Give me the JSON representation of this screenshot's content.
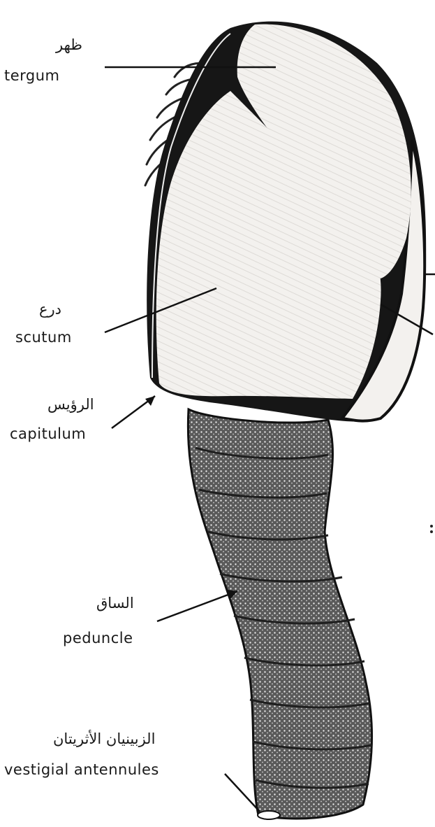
{
  "labels": {
    "tergum": {
      "ar": "ظهر",
      "en": "tergum"
    },
    "scutum": {
      "ar": "درع",
      "en": "scutum"
    },
    "capitulum": {
      "ar": "الرؤيس",
      "en": "capitulum"
    },
    "peduncle": {
      "ar": "الساق",
      "en": "peduncle"
    },
    "antennules": {
      "ar": "الزبينيان الأثريتان",
      "en": "vestigial antennules"
    }
  },
  "colors": {
    "ink": "#111111",
    "plate_fill": "#f3f1ee",
    "stalk_fill": "#3a3a3a",
    "paper": "#ffffff"
  }
}
